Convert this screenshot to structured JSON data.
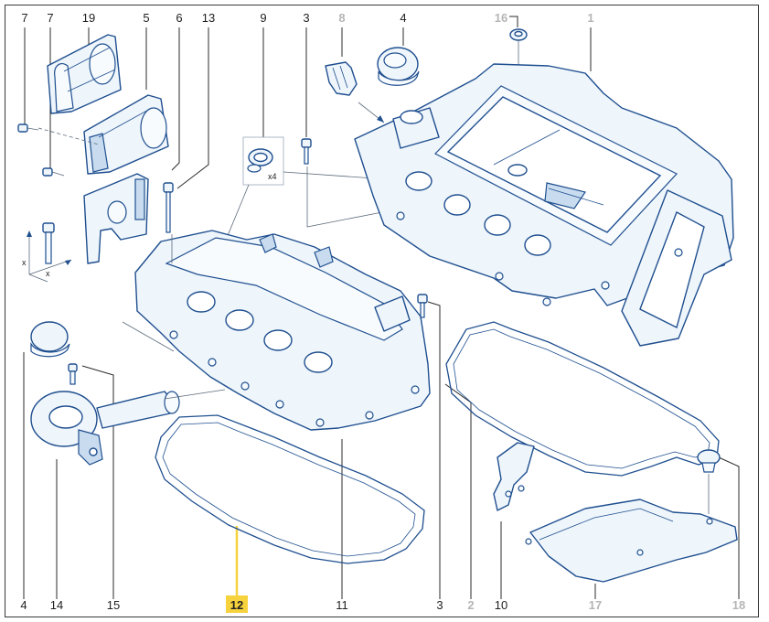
{
  "callouts": {
    "top": [
      {
        "label": "7",
        "grey": false
      },
      {
        "label": "7",
        "grey": false
      },
      {
        "label": "19",
        "grey": false
      },
      {
        "label": "5",
        "grey": false
      },
      {
        "label": "6",
        "grey": false
      },
      {
        "label": "13",
        "grey": false
      },
      {
        "label": "9",
        "grey": false
      },
      {
        "label": "3",
        "grey": false
      },
      {
        "label": "8",
        "grey": true
      },
      {
        "label": "4",
        "grey": false
      },
      {
        "label": "16",
        "grey": true
      },
      {
        "label": "1",
        "grey": true
      }
    ],
    "bottom": [
      {
        "label": "4",
        "grey": false
      },
      {
        "label": "14",
        "grey": false
      },
      {
        "label": "15",
        "grey": false
      },
      {
        "label": "12",
        "grey": false,
        "highlight": true
      },
      {
        "label": "11",
        "grey": false
      },
      {
        "label": "3",
        "grey": false
      },
      {
        "label": "2",
        "grey": true
      },
      {
        "label": "10",
        "grey": false
      },
      {
        "label": "17",
        "grey": true
      },
      {
        "label": "18",
        "grey": true
      }
    ]
  },
  "annotations": {
    "multiplier": "x4",
    "axis_x_top": "x",
    "axis_x_bottom": "x"
  },
  "colors": {
    "line": "#1f4f8f",
    "fill": "#eef5fb",
    "highlight": "#f6d23c",
    "grey_callout": "#b5b5b5"
  }
}
